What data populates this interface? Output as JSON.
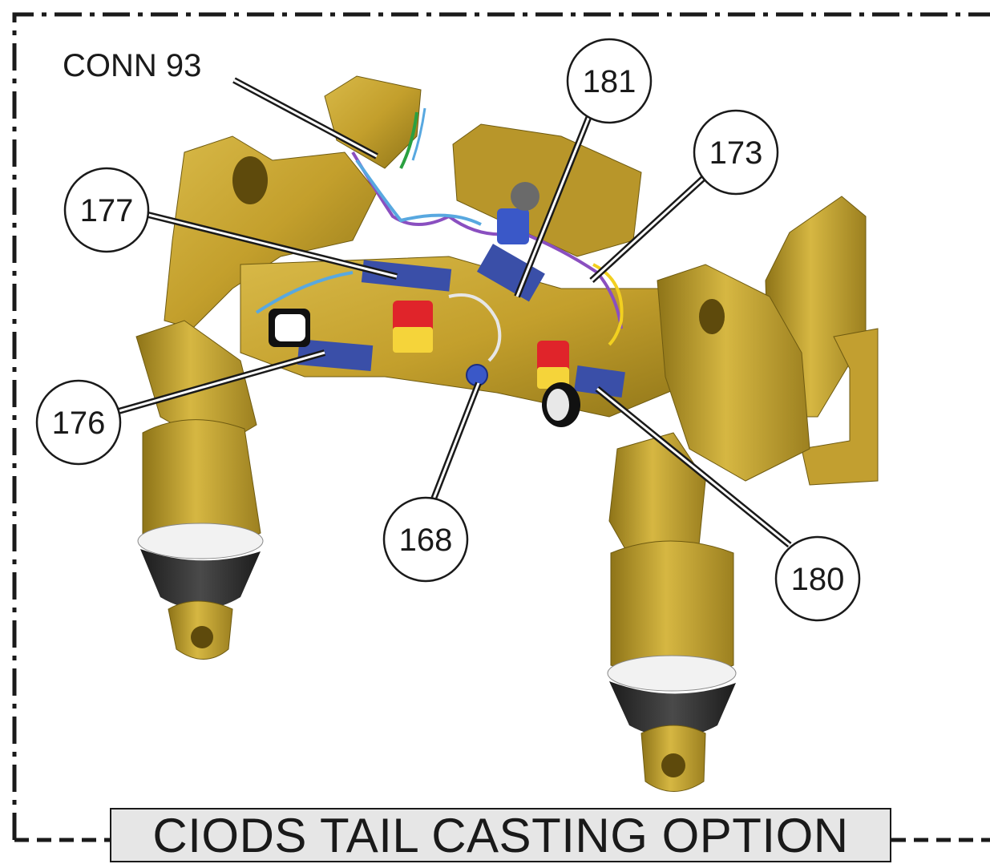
{
  "title": "CIODS TAIL CASTING OPTION",
  "connector_label": "CONN 93",
  "callouts": {
    "c177": "177",
    "c181": "181",
    "c173": "173",
    "c176": "176",
    "c168": "168",
    "c180": "180"
  },
  "colors": {
    "casting": "#c8a632",
    "casting_dark": "#8a7016",
    "label_blue": "#3a4fa8",
    "lamp_red": "#e0242a",
    "lamp_yellow": "#f5d43a",
    "rubber": "#2a2a2a"
  }
}
